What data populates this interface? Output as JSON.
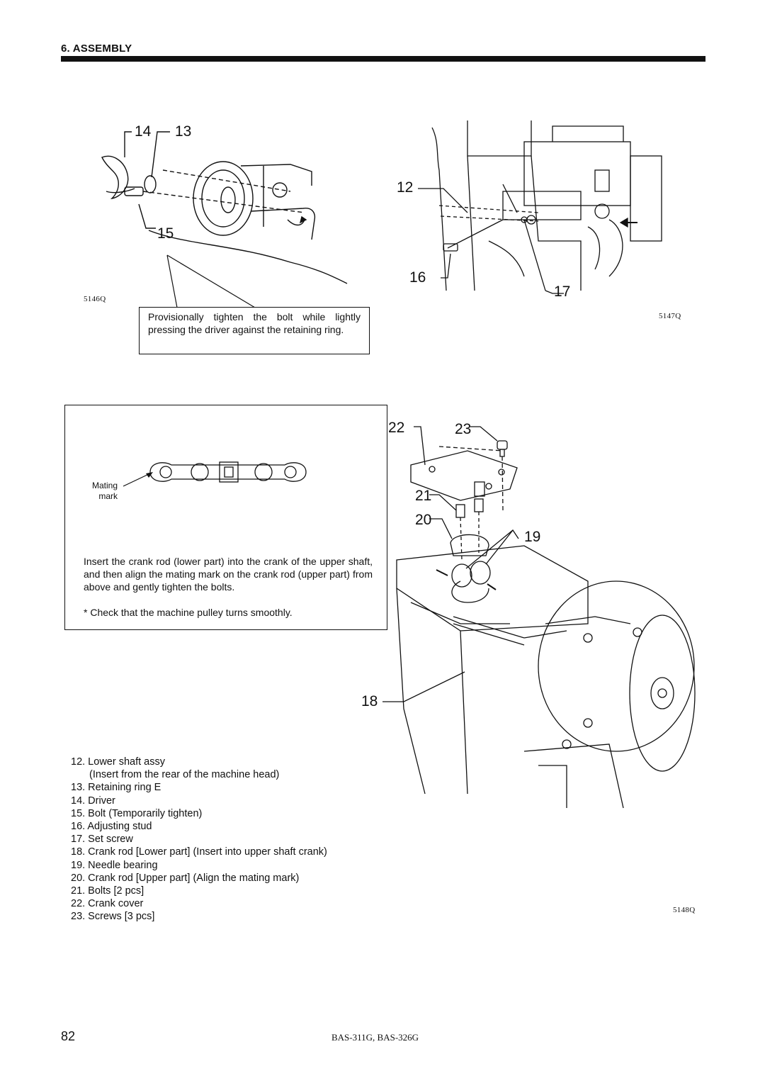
{
  "header": {
    "section_title": "6. ASSEMBLY"
  },
  "figures": {
    "top_left": {
      "code": "5146Q",
      "callouts": {
        "driver": "14",
        "retaining_ring": "13",
        "bolt": "15"
      },
      "note": "Provisionally tighten the bolt while lightly pressing the driver against the retaining ring."
    },
    "top_right": {
      "code": "5147Q",
      "callouts": {
        "lower_shaft": "12",
        "adjusting_stud": "16",
        "set_screw": "17"
      }
    },
    "bottom": {
      "code": "5148Q",
      "callouts": {
        "crank_cover": "22",
        "screws": "23",
        "bolts": "21",
        "crank_rod_upper": "20",
        "needle_bearing": "19",
        "crank_rod_lower": "18"
      },
      "mating_label_line1": "Mating",
      "mating_label_line2": "mark",
      "note": "Insert the crank rod (lower part) into the crank of the upper shaft, and then align the mating mark on the crank rod (upper part) from above and gently tighten the bolts.",
      "check": "* Check that the machine pulley turns smoothly."
    }
  },
  "legend": [
    "12. Lower shaft assy",
    "(Insert from the rear of the machine head)",
    "13. Retaining ring E",
    "14. Driver",
    "15. Bolt (Temporarily tighten)",
    "16. Adjusting stud",
    "17. Set screw",
    "18. Crank rod [Lower part] (Insert into upper shaft crank)",
    "19. Needle bearing",
    "20. Crank rod [Upper part] (Align the mating mark)",
    "21. Bolts [2 pcs]",
    "22. Crank cover",
    "23. Screws [3 pcs]"
  ],
  "footer": {
    "page_number": "82",
    "model": "BAS-311G, BAS-326G"
  }
}
